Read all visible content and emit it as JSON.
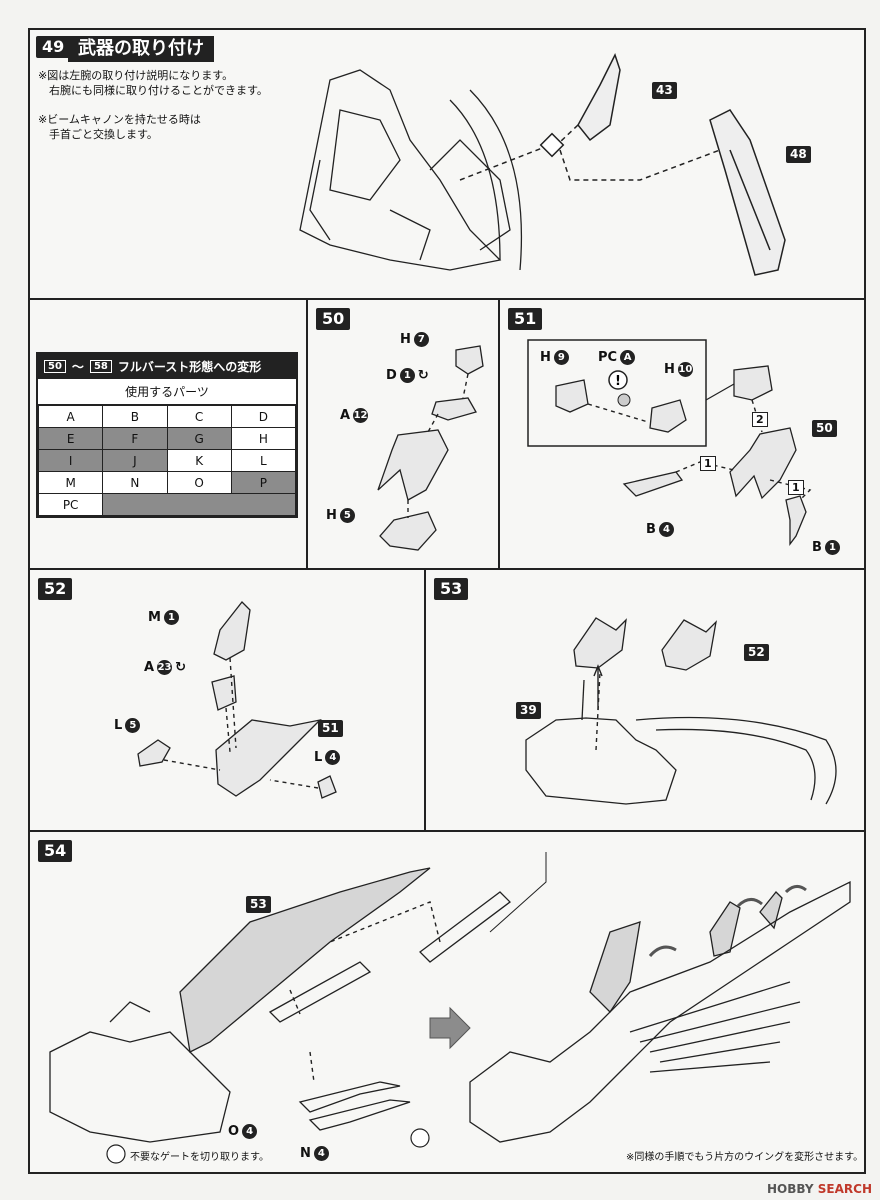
{
  "step49": {
    "number": "49",
    "title": "武器の取り付け",
    "notes": [
      "※図は左腕の取り付け説明になります。",
      "　右腕にも同様に取り付けることができます。",
      "",
      "※ビームキャノンを持たせる時は",
      "　手首ごと交換します。"
    ],
    "part_tags": [
      "43",
      "48"
    ]
  },
  "parts_box": {
    "range_from": "50",
    "range_sep": "〜",
    "range_to": "58",
    "header": "フルバースト形態への変形",
    "subheader": "使用するパーツ",
    "rows": [
      [
        "A",
        "B",
        "C",
        "D"
      ],
      [
        "E",
        "F",
        "G",
        "H"
      ],
      [
        "I",
        "J",
        "K",
        "L"
      ],
      [
        "M",
        "N",
        "O",
        "P"
      ],
      [
        "PC",
        "",
        "",
        ""
      ]
    ]
  },
  "step50": {
    "number": "50",
    "labels": [
      {
        "letter": "H",
        "num": "7"
      },
      {
        "letter": "D",
        "num": "1"
      },
      {
        "letter": "A",
        "num": "12"
      },
      {
        "letter": "H",
        "num": "5"
      }
    ]
  },
  "step51": {
    "number": "51",
    "labels": [
      {
        "letter": "H",
        "num": "9"
      },
      {
        "letter": "PC",
        "num": "A"
      },
      {
        "letter": "H",
        "num": "10"
      },
      {
        "letter": "B",
        "num": "4"
      },
      {
        "letter": "B",
        "num": "1"
      }
    ],
    "ref_tag": "50",
    "steps": [
      "1",
      "2",
      "1"
    ]
  },
  "step52": {
    "number": "52",
    "labels": [
      {
        "letter": "M",
        "num": "1"
      },
      {
        "letter": "A",
        "num": "23"
      },
      {
        "letter": "L",
        "num": "5"
      },
      {
        "letter": "L",
        "num": "4"
      }
    ],
    "ref_tag": "51"
  },
  "step53": {
    "number": "53",
    "tags": [
      "52",
      "39"
    ]
  },
  "step54": {
    "number": "54",
    "tag": "53",
    "labels": [
      {
        "letter": "O",
        "num": "4"
      },
      {
        "letter": "N",
        "num": "4"
      }
    ],
    "gate_note": "不要なゲートを切り取ります。",
    "repeat_note": "※同様の手順でもう片方のウイングを変形させます。"
  },
  "watermark": {
    "brand": "HOBBY",
    "site": "SEARCH"
  }
}
